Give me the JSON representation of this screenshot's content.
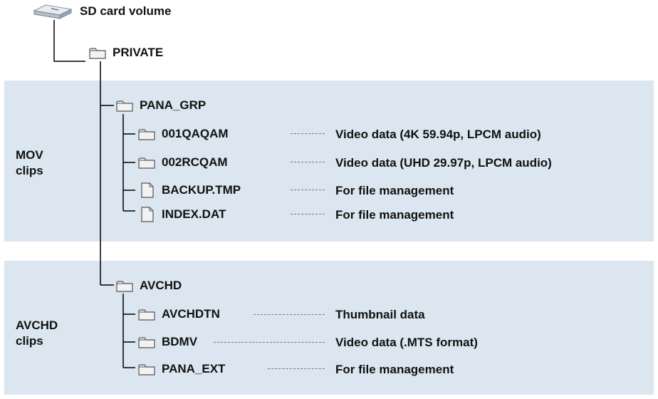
{
  "root": {
    "label": "SD card volume",
    "icon": "sd-card-drive-icon"
  },
  "private": {
    "label": "PRIVATE",
    "icon": "folder-icon"
  },
  "groups": {
    "mov": {
      "label": "MOV\nclips"
    },
    "avchd": {
      "label": "AVCHD\nclips"
    }
  },
  "pana_grp": {
    "label": "PANA_GRP",
    "icon": "folder-icon",
    "items": [
      {
        "name": "001QAQAM",
        "icon": "folder-icon",
        "description": "Video data (4K 59.94p, LPCM audio)"
      },
      {
        "name": "002RCQAM",
        "icon": "folder-icon",
        "description": "Video data (UHD 29.97p, LPCM audio)"
      },
      {
        "name": "BACKUP.TMP",
        "icon": "file-icon",
        "description": "For file management"
      },
      {
        "name": "INDEX.DAT",
        "icon": "file-icon",
        "description": "For file management"
      }
    ]
  },
  "avchd": {
    "label": "AVCHD",
    "icon": "folder-icon",
    "items": [
      {
        "name": "AVCHDTN",
        "icon": "folder-icon",
        "description": "Thumbnail data"
      },
      {
        "name": "BDMV",
        "icon": "folder-icon",
        "description": "Video data (.MTS format)"
      },
      {
        "name": "PANA_EXT",
        "icon": "folder-icon",
        "description": "For file management"
      }
    ]
  },
  "colors": {
    "panel": "#dce6f0",
    "line": "#000000",
    "leader": "#777777"
  }
}
